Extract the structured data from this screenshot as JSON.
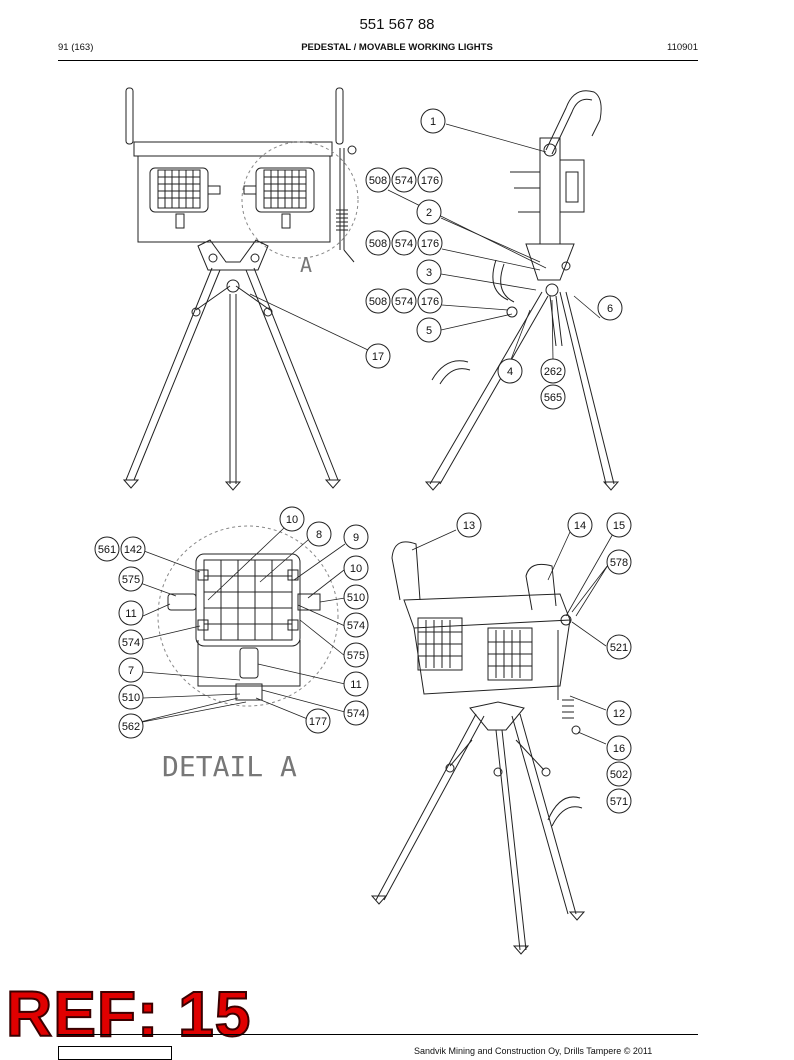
{
  "header": {
    "doc_number": "551 567 88",
    "page": "91 (163)",
    "title": "PEDESTAL / MOVABLE WORKING LIGHTS",
    "code": "110901"
  },
  "detail_title": "DETAIL  A",
  "view_letter": "A",
  "ref_label": "REF: 15",
  "footer": {
    "copyright": "Sandvik Mining and Construction Oy, Drills Tampere © 2011"
  },
  "callouts": {
    "c1": "1",
    "c2": "2",
    "c3": "3",
    "c4": "4",
    "c5": "5",
    "c6": "6",
    "c17": "17",
    "c262": "262",
    "c565": "565",
    "r1a": "508",
    "r1b": "574",
    "r1c": "176",
    "r2a": "508",
    "r2b": "574",
    "r2c": "176",
    "r3a": "508",
    "r3b": "574",
    "r3c": "176",
    "d10a": "10",
    "d8": "8",
    "d9": "9",
    "d561": "561",
    "d142": "142",
    "d575a": "575",
    "d10b": "10",
    "d510a": "510",
    "d11a": "11",
    "d574a": "574",
    "d574b": "574",
    "d575b": "575",
    "d7": "7",
    "d11b": "11",
    "d510b": "510",
    "d574c": "574",
    "d562": "562",
    "d177": "177",
    "i13": "13",
    "i14": "14",
    "i15": "15",
    "i578": "578",
    "i521": "521",
    "i12": "12",
    "i16": "16",
    "i502": "502",
    "i571": "571"
  }
}
